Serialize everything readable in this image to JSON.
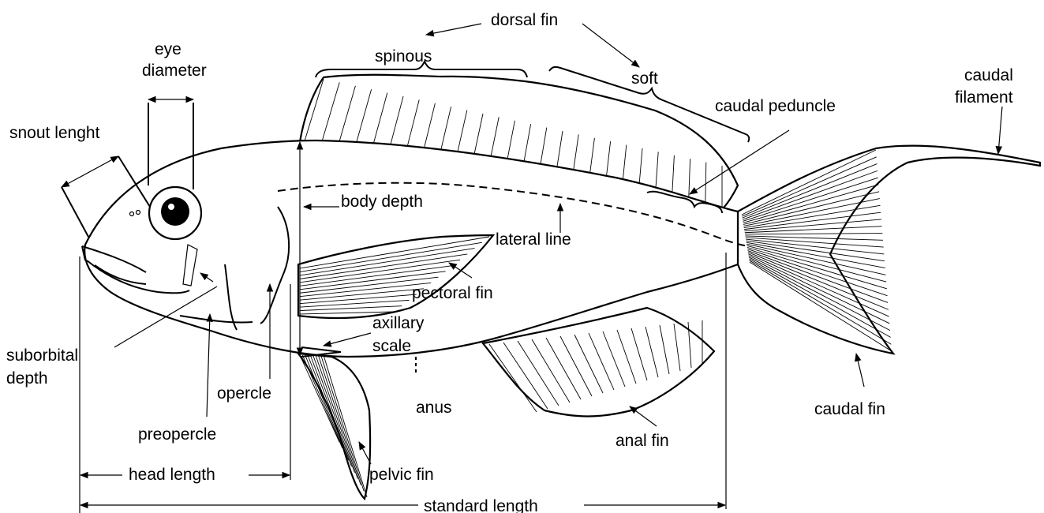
{
  "diagram": {
    "labels": {
      "dorsal_fin": "dorsal fin",
      "spinous": "spinous",
      "soft": "soft",
      "eye_diameter_1": "eye",
      "eye_diameter_2": "diameter",
      "snout_length": "snout lenght",
      "caudal_peduncle": "caudal peduncle",
      "caudal_filament_1": "caudal",
      "caudal_filament_2": "filament",
      "body_depth": "body depth",
      "lateral_line": "lateral line",
      "pectoral_fin": "pectoral fin",
      "axillary_scale_1": "axillary",
      "axillary_scale_2": "scale",
      "suborbital_depth_1": "suborbital",
      "suborbital_depth_2": "depth",
      "opercle": "opercle",
      "anus": "anus",
      "caudal_fin": "caudal fin",
      "preopercle": "preopercle",
      "anal_fin": "anal fin",
      "head_length": "head length",
      "pelvic_fin": "pelvic fin",
      "standard_length": "standard length"
    }
  }
}
